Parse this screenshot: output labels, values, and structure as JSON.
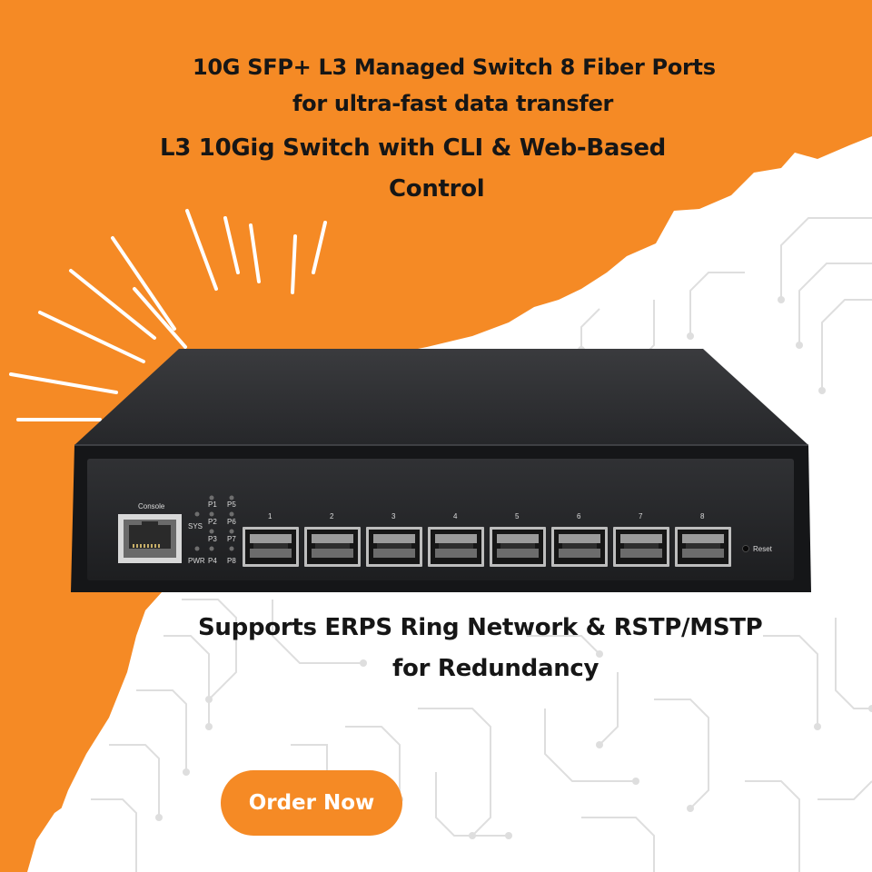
{
  "headlines": {
    "line1": "10G SFP+ L3 Managed Switch  8 Fiber Ports",
    "line2": "for ultra-fast data transfer",
    "line3": "L3 10Gig Switch with CLI & Web-Based",
    "line4": "Control",
    "line5": "Supports ERPS Ring Network & RSTP/MSTP",
    "line6": "for Redundancy"
  },
  "device": {
    "console_label": "Console",
    "sys_label": "SYS",
    "pwr_label": "PWR",
    "led_labels_left": [
      "P1",
      "P2",
      "P3",
      "P4"
    ],
    "led_labels_right": [
      "P5",
      "P6",
      "P7",
      "P8"
    ],
    "port_numbers": [
      "1",
      "2",
      "3",
      "4",
      "5",
      "6",
      "7",
      "8"
    ],
    "reset_label": "Reset"
  },
  "cta": {
    "label": "Order Now"
  },
  "colors": {
    "accent": "#f58a25",
    "text": "#161616",
    "device": "#2a2b2d",
    "white": "#ffffff"
  }
}
